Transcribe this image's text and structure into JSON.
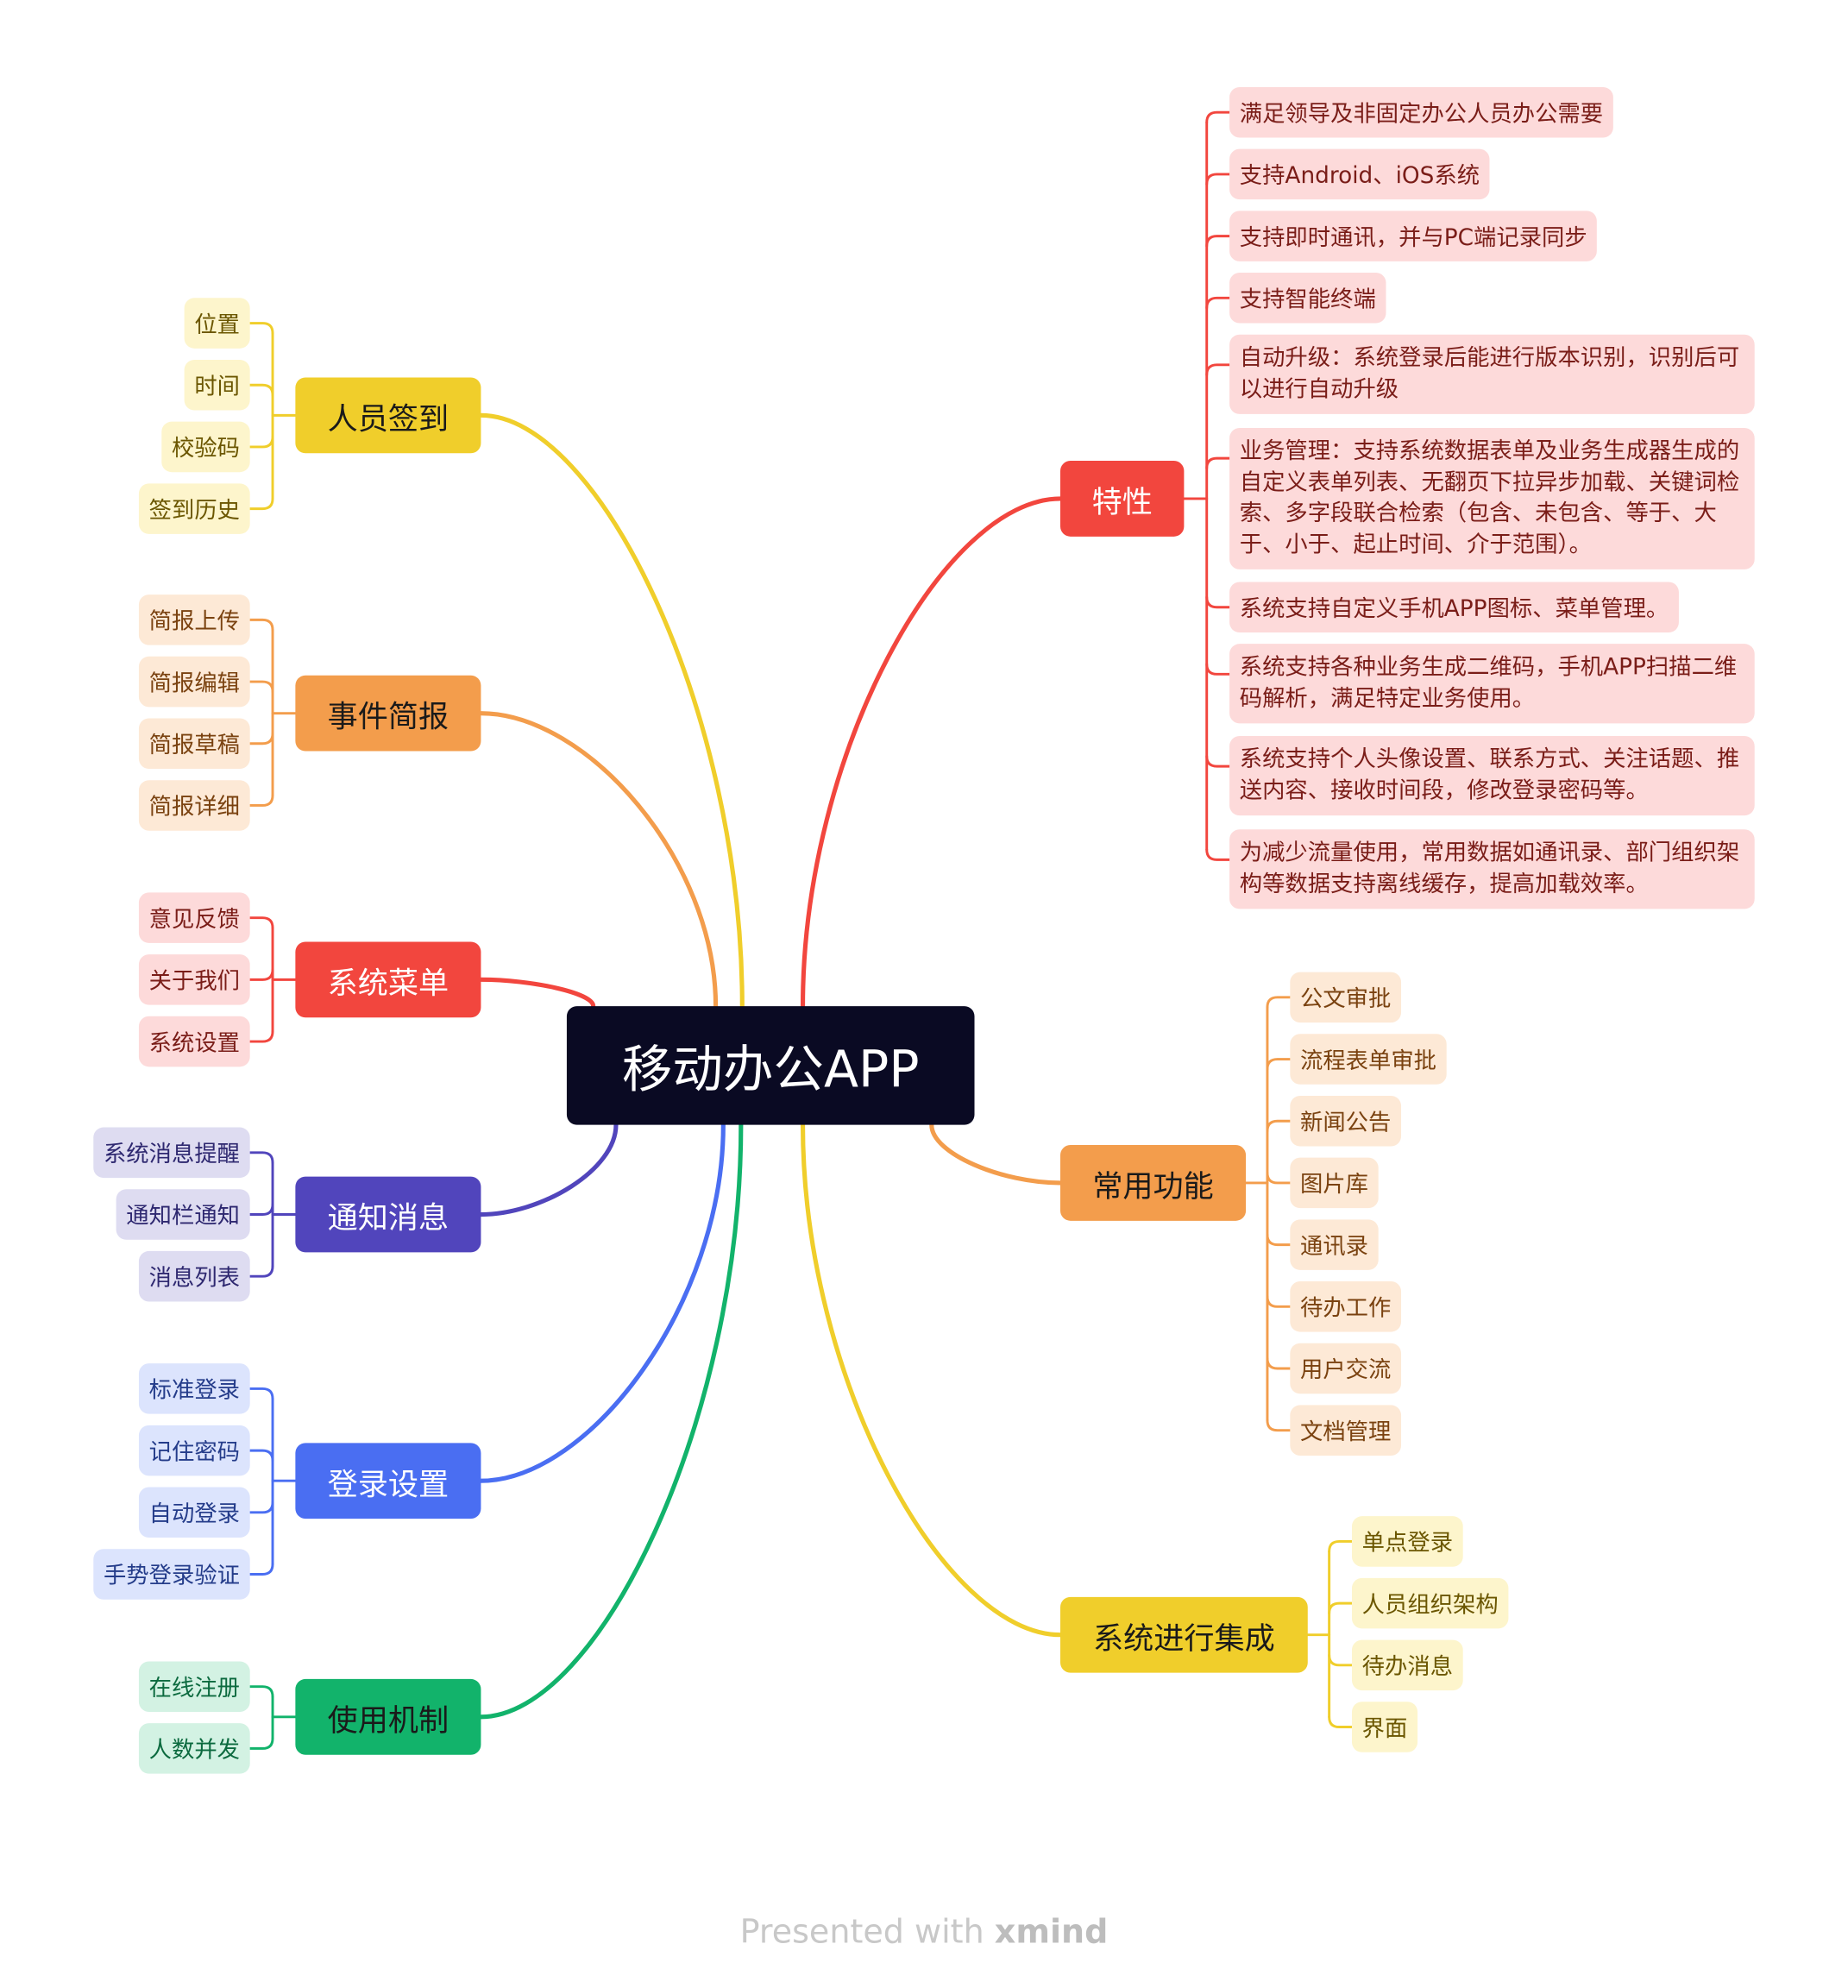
{
  "title": "移动办公APP",
  "footer": {
    "prefix": "Presented with ",
    "brand": "xmind"
  },
  "colors": {
    "root_bg": "#0a0a23",
    "yellow": "#f0ce2b",
    "orange": "#f39d4c",
    "red": "#f2463e",
    "indigo": "#5145bc",
    "blue": "#4a6ef2",
    "green": "#12b36b",
    "text_dark": "#1a1a1a"
  },
  "left": [
    {
      "label": "人员签到",
      "color": "yellow",
      "leaves": [
        "位置",
        "时间",
        "校验码",
        "签到历史"
      ]
    },
    {
      "label": "事件简报",
      "color": "orange",
      "leaves": [
        "简报上传",
        "简报编辑",
        "简报草稿",
        "简报详细"
      ]
    },
    {
      "label": "系统菜单",
      "color": "red",
      "leaves": [
        "意见反馈",
        "关于我们",
        "系统设置"
      ]
    },
    {
      "label": "通知消息",
      "color": "indigo",
      "leaves": [
        "系统消息提醒",
        "通知栏通知",
        "消息列表"
      ]
    },
    {
      "label": "登录设置",
      "color": "blue",
      "leaves": [
        "标准登录",
        "记住密码",
        "自动登录",
        "手势登录验证"
      ]
    },
    {
      "label": "使用机制",
      "color": "green",
      "leaves": [
        "在线注册",
        "人数并发"
      ]
    }
  ],
  "right": [
    {
      "label": "特性",
      "color": "red",
      "leaves": [
        "满足领导及非固定办公人员办公需要",
        "支持Android、iOS系统",
        "支持即时通讯，并与PC端记录同步",
        "支持智能终端",
        "自动升级：系统登录后能进行版本识别，识别后可以进行自动升级",
        "业务管理：支持系统数据表单及业务生成器生成的自定义表单列表、无翻页下拉异步加载、关键词检索、多字段联合检索（包含、未包含、等于、大于、小于、起止时间、介于范围）。",
        "系统支持自定义手机APP图标、菜单管理。",
        "系统支持各种业务生成二维码，手机APP扫描二维码解析，满足特定业务使用。",
        "系统支持个人头像设置、联系方式、关注话题、推送内容、接收时间段，修改登录密码等。",
        "为减少流量使用，常用数据如通讯录、部门组织架构等数据支持离线缓存，提高加载效率。"
      ]
    },
    {
      "label": "常用功能",
      "color": "orange",
      "leaves": [
        "公文审批",
        "流程表单审批",
        "新闻公告",
        "图片库",
        "通讯录",
        "待办工作",
        "用户交流",
        "文档管理"
      ]
    },
    {
      "label": "系统进行集成",
      "color": "yellow",
      "leaves": [
        "单点登录",
        "人员组织架构",
        "待办消息",
        "界面"
      ]
    }
  ]
}
